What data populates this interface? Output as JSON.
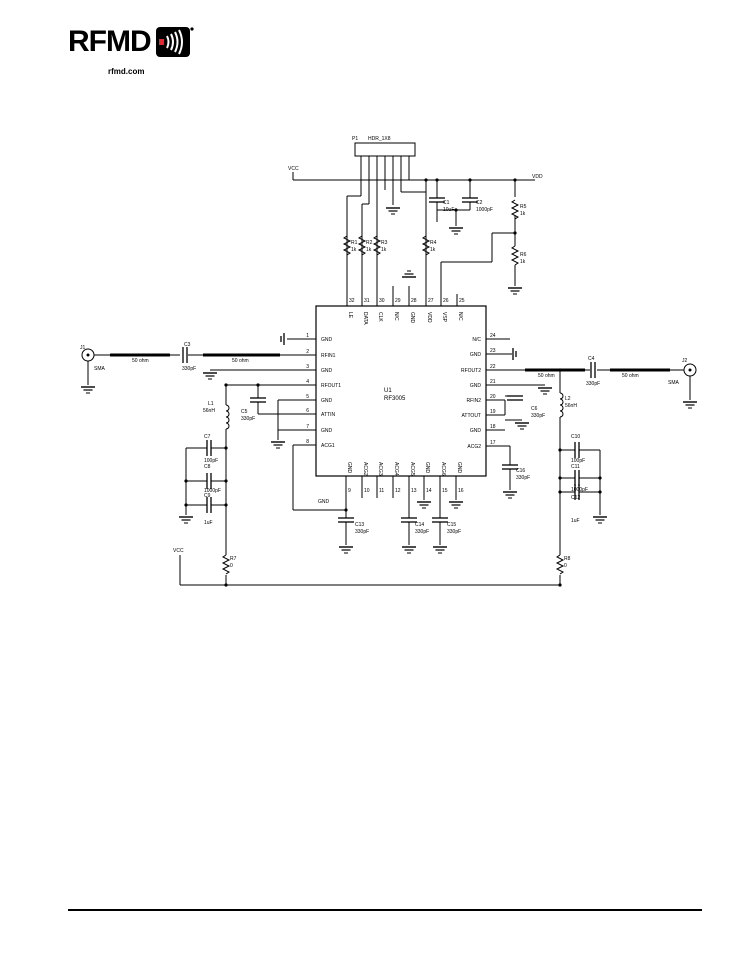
{
  "header": {
    "logo_text": "RFMD",
    "url": "rfmd.com"
  },
  "schematic": {
    "connector": {
      "ref": "P1",
      "part": "HDR_1X8"
    },
    "chip": {
      "ref": "U1",
      "part": "RF3005"
    },
    "nets": {
      "vcc": "VCC",
      "vdd": "VDD",
      "vcc_bottom": "VCC",
      "gnd": "GND"
    },
    "ports": {
      "j1": {
        "ref": "J1",
        "type": "SMA"
      },
      "j2": {
        "ref": "J2",
        "type": "SMA"
      }
    },
    "traces": {
      "t1": "50 ohm",
      "t2": "50 ohm",
      "t3": "50 ohm",
      "t4": "50 ohm"
    },
    "left_pins": [
      {
        "num": "1",
        "name": "GND"
      },
      {
        "num": "2",
        "name": "RFIN1"
      },
      {
        "num": "3",
        "name": "GND"
      },
      {
        "num": "4",
        "name": "RFOUT1"
      },
      {
        "num": "5",
        "name": "GND"
      },
      {
        "num": "6",
        "name": "ATTIN"
      },
      {
        "num": "7",
        "name": "GND"
      },
      {
        "num": "8",
        "name": "ACG1"
      }
    ],
    "right_pins": [
      {
        "num": "24",
        "name": "N/C"
      },
      {
        "num": "23",
        "name": "GND"
      },
      {
        "num": "22",
        "name": "RFOUT2"
      },
      {
        "num": "21",
        "name": "GND"
      },
      {
        "num": "20",
        "name": "RFIN2"
      },
      {
        "num": "19",
        "name": "ATTOUT"
      },
      {
        "num": "18",
        "name": "GND"
      },
      {
        "num": "17",
        "name": "ACG2"
      }
    ],
    "top_pins": [
      {
        "num": "32",
        "name": "LE"
      },
      {
        "num": "31",
        "name": "DATA"
      },
      {
        "num": "30",
        "name": "CLK"
      },
      {
        "num": "29",
        "name": "N/C"
      },
      {
        "num": "28",
        "name": "GND"
      },
      {
        "num": "27",
        "name": "VDD"
      },
      {
        "num": "26",
        "name": "VSP"
      },
      {
        "num": "25",
        "name": "N/C"
      }
    ],
    "bottom_pins": [
      {
        "num": "9",
        "name": "GND"
      },
      {
        "num": "10",
        "name": "ACG2"
      },
      {
        "num": "11",
        "name": "ACG3"
      },
      {
        "num": "12",
        "name": "ACG4"
      },
      {
        "num": "13",
        "name": "ACG5"
      },
      {
        "num": "14",
        "name": "GND"
      },
      {
        "num": "15",
        "name": "ACG6"
      },
      {
        "num": "16",
        "name": "GND"
      }
    ],
    "components": {
      "c1": {
        "ref": "C1",
        "value": "10uF"
      },
      "c2": {
        "ref": "C2",
        "value": "1000pF"
      },
      "c3": {
        "ref": "C3",
        "value": "330pF"
      },
      "c4": {
        "ref": "C4",
        "value": "330pF"
      },
      "c5": {
        "ref": "C5",
        "value": "330pF"
      },
      "c6": {
        "ref": "C6",
        "value": "330pF"
      },
      "c7": {
        "ref": "C7",
        "value": "100pF"
      },
      "c8": {
        "ref": "C8",
        "value": "1000pF"
      },
      "c9": {
        "ref": "C9",
        "value": "1uF"
      },
      "c10": {
        "ref": "C10",
        "value": "100pF"
      },
      "c11": {
        "ref": "C11",
        "value": "1000pF"
      },
      "c12": {
        "ref": "C12",
        "value": "1uF"
      },
      "c13": {
        "ref": "C13",
        "value": "330pF"
      },
      "c14": {
        "ref": "C14",
        "value": "330pF"
      },
      "c15": {
        "ref": "C15",
        "value": "330pF"
      },
      "c16": {
        "ref": "C16",
        "value": "330pF"
      },
      "r1": {
        "ref": "R1",
        "value": "1k"
      },
      "r2": {
        "ref": "R2",
        "value": "1k"
      },
      "r3": {
        "ref": "R3",
        "value": "1k"
      },
      "r4": {
        "ref": "R4",
        "value": "1k"
      },
      "r5": {
        "ref": "R5",
        "value": "1k"
      },
      "r6": {
        "ref": "R6",
        "value": "1k"
      },
      "r7": {
        "ref": "R7",
        "value": "0"
      },
      "r8": {
        "ref": "R8",
        "value": "0"
      },
      "l1": {
        "ref": "L1",
        "value": "56nH"
      },
      "l2": {
        "ref": "L2",
        "value": "56nH"
      }
    }
  }
}
